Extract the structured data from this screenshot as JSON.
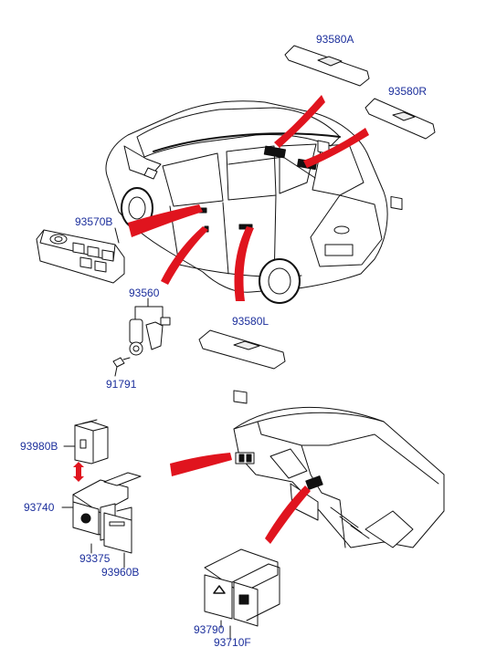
{
  "diagram": {
    "accent_color": "#1c2f9c",
    "arrow_color": "#e0141e",
    "line_color": "#111111",
    "parts": [
      {
        "id": "window_switch_front_left",
        "part_number": "93580A"
      },
      {
        "id": "window_switch_front_right",
        "part_number": "93580R"
      },
      {
        "id": "power_window_main_switch",
        "part_number": "93570B"
      },
      {
        "id": "door_switch",
        "part_number": "93560"
      },
      {
        "id": "screw",
        "part_number": "91791"
      },
      {
        "id": "window_switch_rear",
        "part_number": "93580L"
      },
      {
        "id": "switch_blank_upper",
        "part_number": "93980B"
      },
      {
        "id": "fog_lamp_switch",
        "part_number": "93740"
      },
      {
        "id": "switch_module",
        "part_number": "93375"
      },
      {
        "id": "switch_blank_lower",
        "part_number": "93960B"
      },
      {
        "id": "hazard_switch",
        "part_number": "93790"
      },
      {
        "id": "rear_defogger_switch",
        "part_number": "93710F"
      }
    ]
  }
}
